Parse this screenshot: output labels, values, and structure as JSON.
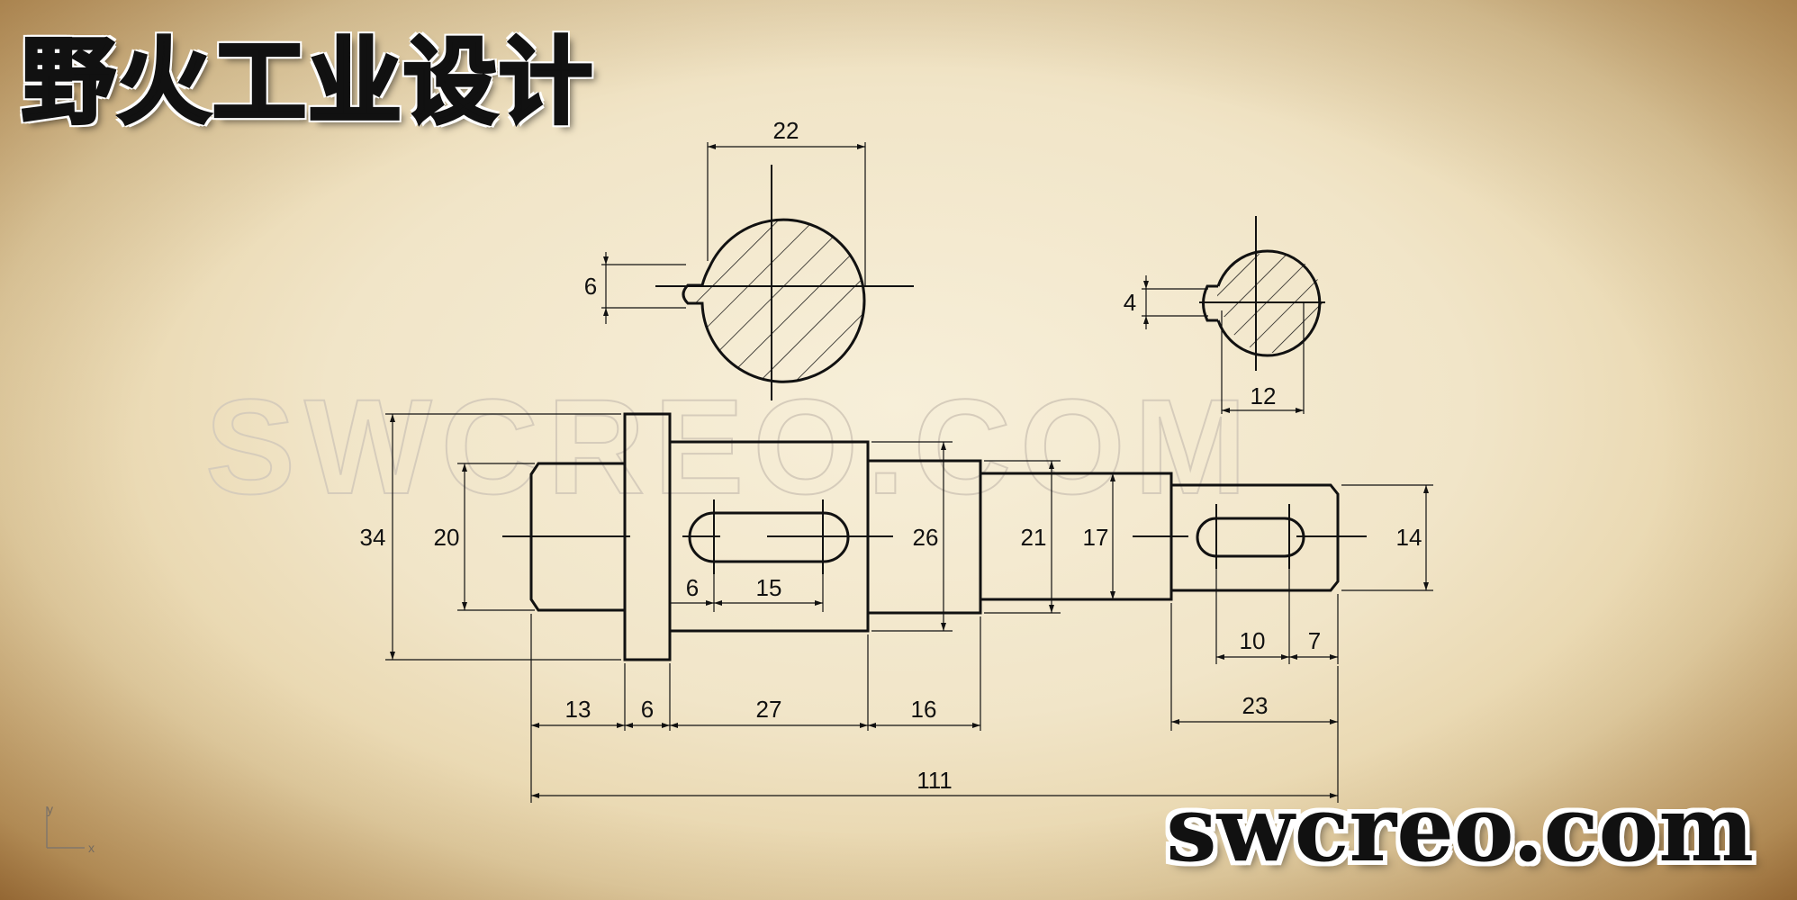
{
  "branding": {
    "logo_cn": "野火工业设计",
    "logo_en": "swcreo.com",
    "watermark": "SWCREO.COM"
  },
  "ucs": {
    "y_label": "y",
    "x_label": "x"
  },
  "dimensions": {
    "section_a_diameter": "22",
    "section_a_key_width": "6",
    "section_b_key_width": "4",
    "section_b_depth": "12",
    "flange_dia": "34",
    "left_end_dia": "20",
    "main_body_dia": "26",
    "step_dia": "21",
    "step2_dia": "17",
    "right_end_dia": "14",
    "key1_offset": "6",
    "key1_length": "15",
    "key2_length": "10",
    "key2_offset": "7",
    "len_left_end": "13",
    "len_flange": "6",
    "len_body": "27",
    "len_step": "16",
    "len_right": "23",
    "len_total": "111"
  },
  "colors": {
    "line": "#111111",
    "paper": "#f4ead2",
    "watermark": "#d6ccbb"
  }
}
